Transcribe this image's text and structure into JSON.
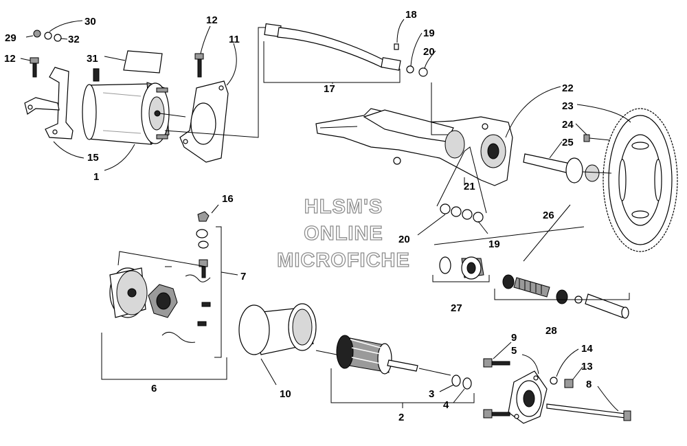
{
  "watermark": {
    "line1": "HLSM'S",
    "line2": "ONLINE",
    "line3": "MICROFICHE"
  },
  "callouts": {
    "c29": "29",
    "c30": "30",
    "c32": "32",
    "c12a": "12",
    "c31": "31",
    "c12b": "12",
    "c11": "11",
    "c15": "15",
    "c1": "1",
    "c18": "18",
    "c19a": "19",
    "c20a": "20",
    "c17": "17",
    "c22": "22",
    "c23": "23",
    "c24": "24",
    "c25": "25",
    "c21": "21",
    "c20b": "20",
    "c19b": "19",
    "c26": "26",
    "c16": "16",
    "c7": "7",
    "c27": "27",
    "c28": "28",
    "c6": "6",
    "c10": "10",
    "c9": "9",
    "c5": "5",
    "c14": "14",
    "c13": "13",
    "c8": "8",
    "c3": "3",
    "c4": "4",
    "c2": "2"
  }
}
